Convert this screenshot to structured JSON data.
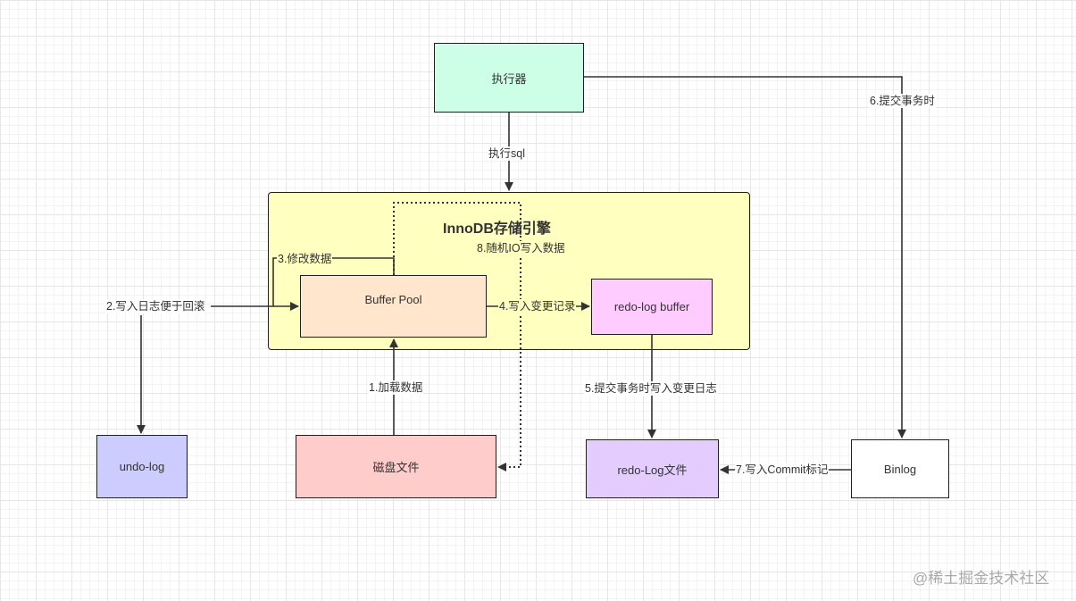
{
  "colors": {
    "executor": "#ccffe6",
    "engine": "#ffffc0",
    "buffer_pool": "#ffe6cc",
    "redo_log_buffer": "#ffccff",
    "undo_log": "#ccccff",
    "disk_file": "#ffcccc",
    "redo_log_file": "#e5ccff",
    "binlog": "#ffffff",
    "line": "#333333"
  },
  "nodes": {
    "executor": "执行器",
    "engine_title": "InnoDB存储引擎",
    "buffer_pool": "Buffer Pool",
    "redo_log_buffer": "redo-log buffer",
    "undo_log": "undo-log",
    "disk_file": "磁盘文件",
    "redo_log_file": "redo-Log文件",
    "binlog": "Binlog"
  },
  "edges": {
    "exec_sql": "执行sql",
    "load_data": "1.加载数据",
    "write_undo": "2.写入日志便于回滚",
    "modify_data": "3.修改数据",
    "write_change_record": "4.写入变更记录",
    "commit_write_log": "5.提交事务时写入变更日志",
    "commit_tx": "6.提交事务时",
    "write_commit_mark": "7.写入Commit标记",
    "random_io_write": "8.随机IO写入数据"
  },
  "watermark": "@稀土掘金技术社区"
}
